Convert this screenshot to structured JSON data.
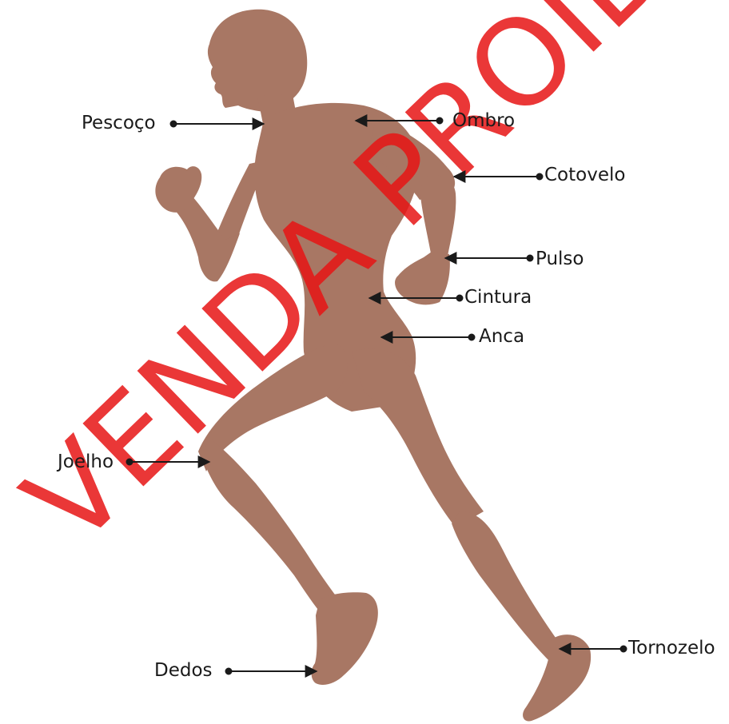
{
  "labels": {
    "neck": "Pescoço",
    "shoulder": "Ombro",
    "elbow": "Cotovelo",
    "wrist": "Pulso",
    "waist": "Cintura",
    "hip": "Anca",
    "knee": "Joelho",
    "toes": "Dedos",
    "ankle": "Tornozelo"
  },
  "watermark": "VENDA PROIBIDA",
  "colors": {
    "skin": "#a87764",
    "watermark": "#e61414",
    "arrow": "#1a1a1a"
  }
}
